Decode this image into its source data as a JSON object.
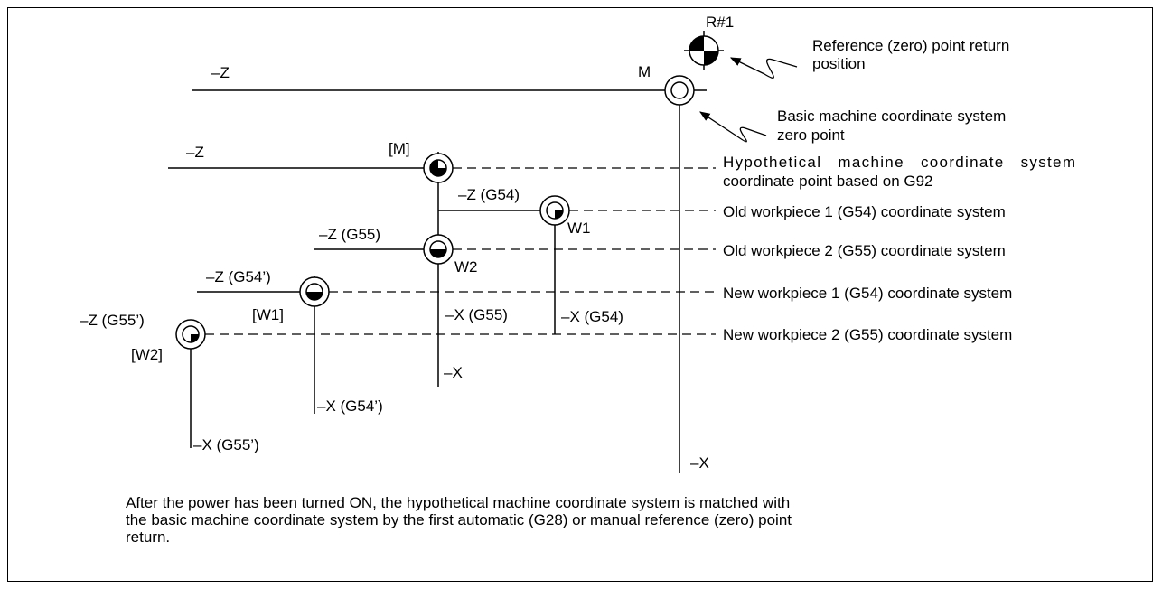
{
  "axis_labels": {
    "m_z": "–Z",
    "hm_z": "–Z",
    "g54_z": "–Z (G54)",
    "g55_z": "–Z (G55)",
    "g54n_z": "–Z (G54’)",
    "g55n_z": "–Z (G55’)",
    "m_x": "–X",
    "hm_x": "–X",
    "g55_x": "–X (G55)",
    "g54_x": "–X (G54)",
    "g54n_x": "–X (G54’)",
    "g55n_x": "–X (G55’)"
  },
  "point_labels": {
    "r1": "R#1",
    "m": "M",
    "hm": "[M]",
    "w1": "W1",
    "w2": "W2",
    "w1n": "[W1]",
    "w2n": "[W2]"
  },
  "annotations": {
    "ref_line1": "Reference (zero) point return",
    "ref_line2": "position",
    "basic_line1": "Basic machine coordinate system",
    "basic_line2": "zero point",
    "hypo_line1": "Hypothetical   machine   coordinate   system",
    "hypo_line2": "coordinate point based on G92",
    "old1": "Old workpiece 1 (G54) coordinate system",
    "old2": "Old workpiece 2 (G55) coordinate system",
    "new1": "New workpiece 1 (G54) coordinate system",
    "new2": "New workpiece 2 (G55) coordinate system"
  },
  "caption": "After the power has been turned ON, the hypothetical machine coordinate system is matched with the basic machine coordinate system by the first automatic (G28) or manual reference (zero) point return."
}
